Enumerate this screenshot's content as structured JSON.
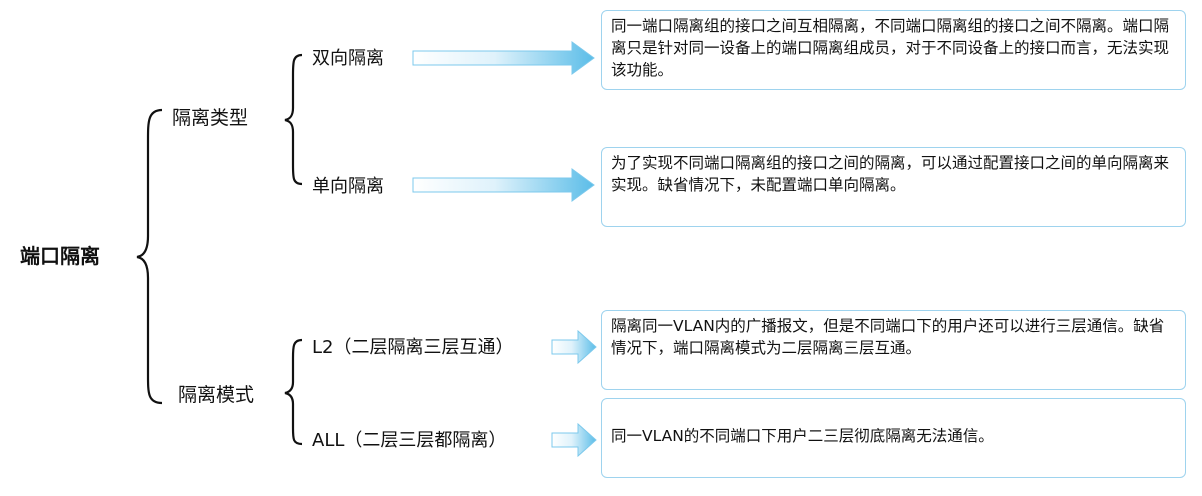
{
  "root": {
    "label": "端口隔离"
  },
  "groups": [
    {
      "label": "隔离类型",
      "children": [
        {
          "label": "双向隔离",
          "description": "同一端口隔离组的接口之间互相隔离，不同端口隔离组的接口之间不隔离。端口隔离只是针对同一设备上的端口隔离组成员，对于不同设备上的接口而言，无法实现该功能。"
        },
        {
          "label": "单向隔离",
          "description": "为了实现不同端口隔离组的接口之间的隔离，可以通过配置接口之间的单向隔离来实现。缺省情况下，未配置端口单向隔离。"
        }
      ]
    },
    {
      "label": "隔离模式",
      "children": [
        {
          "label": "L2（二层隔离三层互通）",
          "description": "隔离同一VLAN内的广播报文，但是不同端口下的用户还可以进行三层通信。缺省情况下，端口隔离模式为二层隔离三层互通。"
        },
        {
          "label": "ALL（二层三层都隔离）",
          "description": "同一VLAN的不同端口下用户二三层彻底隔离无法通信。"
        }
      ]
    }
  ],
  "colors": {
    "arrow_fill": "#5bbde8",
    "arrow_stroke": "#7cc9ec",
    "box_border": "#9ed3ee"
  }
}
